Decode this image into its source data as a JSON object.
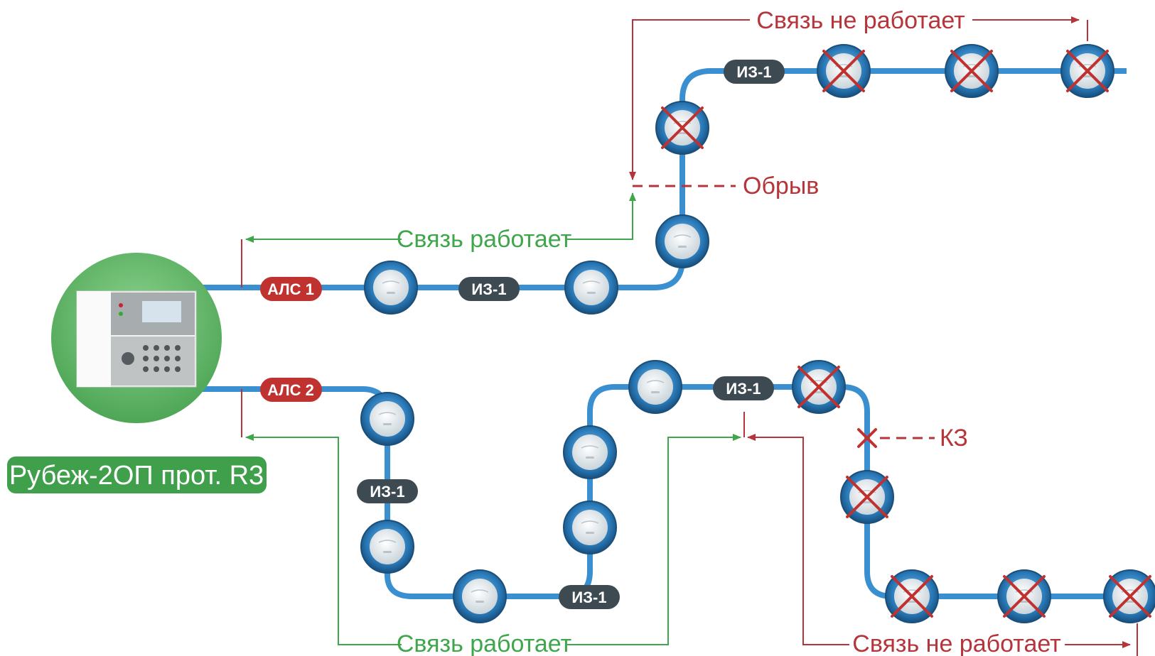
{
  "panel": {
    "name": "Рубеж-2ОП прот. R3"
  },
  "loops": {
    "als1": "АЛС 1",
    "als2": "АЛС 2"
  },
  "isolator_label": "ИЗ-1",
  "faults": {
    "break": "Обрыв",
    "short_circuit": "КЗ"
  },
  "status": {
    "top_not_working": "Связь не работает",
    "als1_working": "Связь работает",
    "als2_working": "Связь работает",
    "bottom_not_working": "Связь не работает"
  },
  "colors": {
    "line": "#3a8fd0",
    "loop_badge": "#c0322f",
    "isolator_badge": "#3d4a52",
    "fault": "#b5353b",
    "ok": "#3fa64c",
    "panel_badge": "#3f9f4b"
  }
}
